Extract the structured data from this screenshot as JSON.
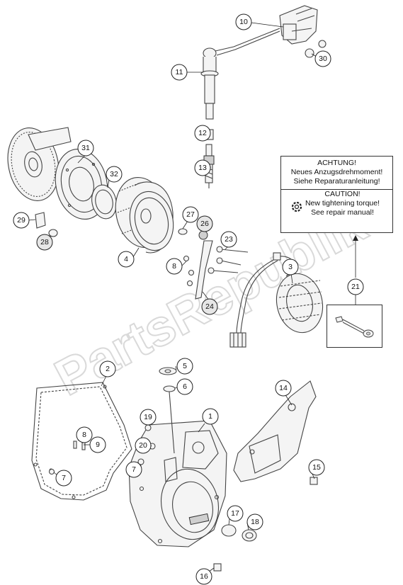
{
  "watermark": "PartsRepublik",
  "notice": {
    "heading_de": "ACHTUNG!",
    "line1_de": "Neues Anzugsdrehmoment!",
    "line2_de": "Siehe Reparaturanleitung!",
    "heading_en": "CAUTION!",
    "line1_en": "New tightening torque!",
    "line2_en": "See repair manual!"
  },
  "callouts": {
    "c1": "1",
    "c2": "2",
    "c3": "3",
    "c4": "4",
    "c5": "5",
    "c6": "6",
    "c7a": "7",
    "c7b": "7",
    "c8a": "8",
    "c8b": "8",
    "c9": "9",
    "c10": "10",
    "c11": "11",
    "c12": "12",
    "c13": "13",
    "c14": "14",
    "c15": "15",
    "c16": "16",
    "c17": "17",
    "c18": "18",
    "c19": "19",
    "c20": "20",
    "c21": "21",
    "c23": "23",
    "c24": "24",
    "c26": "26",
    "c27": "27",
    "c28": "28",
    "c29": "29",
    "c30": "30",
    "c31": "31",
    "c32": "32"
  }
}
